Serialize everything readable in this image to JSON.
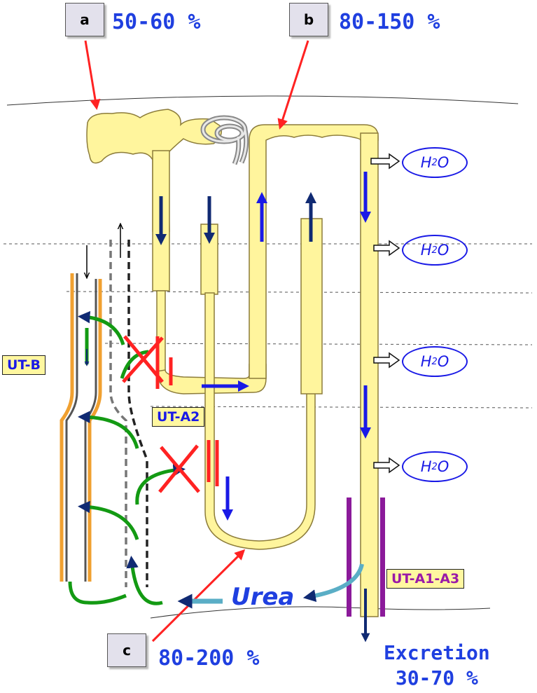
{
  "labels": {
    "a": {
      "letter": "a",
      "percent": "50-60 %"
    },
    "b": {
      "letter": "b",
      "percent": "80-150 %"
    },
    "c": {
      "letter": "c",
      "percent": "80-200 %"
    }
  },
  "transporters": {
    "ut_b": "UT-B",
    "ut_a2": "UT-A2",
    "ut_a1_a3": "UT-A1-A3"
  },
  "water": {
    "symbol": "H",
    "subscript": "2",
    "suffix": "O"
  },
  "urea": "Urea",
  "excretion": {
    "line1": "Excretion",
    "line2": "30-70 %"
  },
  "colors": {
    "tubule_fill": "#fff59d",
    "tubule_stroke": "#8c7c3a",
    "flow_arrow": "#102a73",
    "bright_arrow": "#1a1ae6",
    "red": "#ff2222",
    "green": "#139a13",
    "vasa_orange": "#f0a030",
    "ut_a1_purple": "#8b1a9a",
    "urea_arrow": "#5aaec6"
  }
}
